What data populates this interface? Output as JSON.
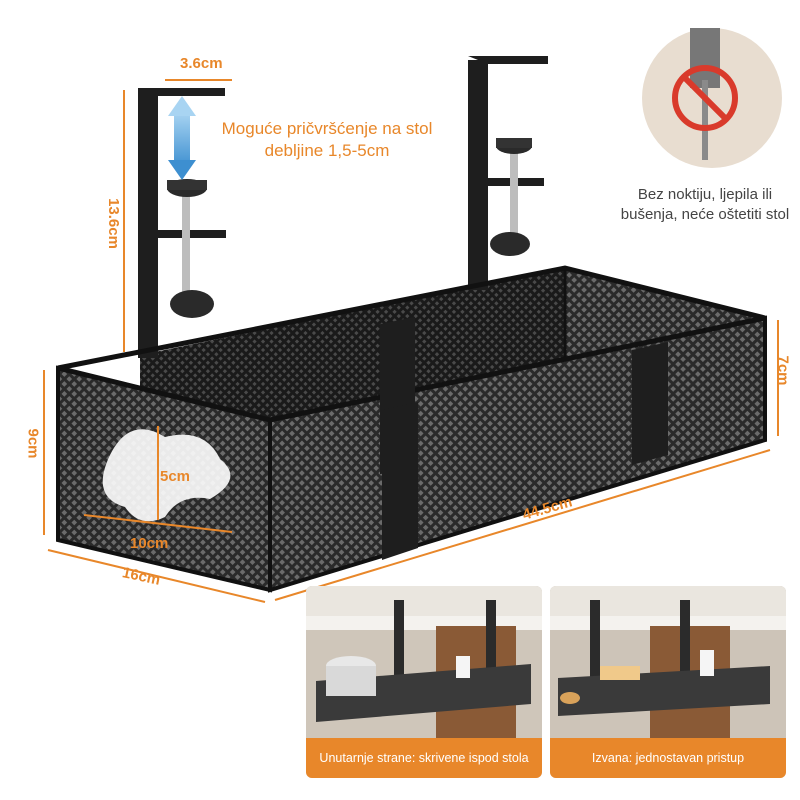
{
  "dimensions": {
    "bracket_gap": "3.6cm",
    "bracket_height": "13.6cm",
    "basket_height_front": "9cm",
    "basket_height_back": "7cm",
    "hole_height": "5cm",
    "hole_width": "10cm",
    "depth": "16cm",
    "length": "44.5cm"
  },
  "mount_text": "Moguće pričvršćenje na stol debljine 1,5-5cm",
  "no_drill_text": "Bez noktiju, ljepila ili bušenja, neće oštetiti stol",
  "panels": [
    {
      "caption": "Unutarnje strane: skrivene ispod stola"
    },
    {
      "caption": "Izvana: jednostavan pristup"
    }
  ],
  "colors": {
    "accent": "#e8872a",
    "metal": "#1e1e1e",
    "arrow_blue": "#4a9fd8"
  }
}
